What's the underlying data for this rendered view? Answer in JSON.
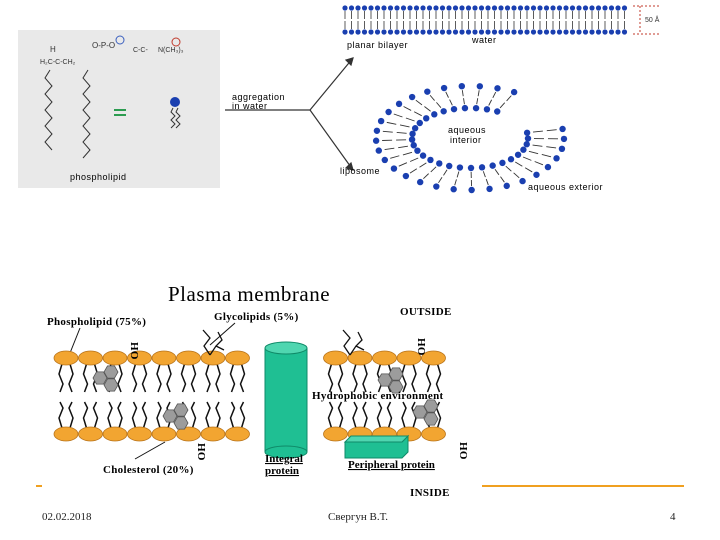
{
  "top_figure": {
    "phospholipid_label": "phospholipid",
    "formula_head": "N(CH₃)₃",
    "aggregation_label_line1": "aggregation",
    "aggregation_label_line2": "in water",
    "planar_bilayer_label": "planar bilayer",
    "water_label": "water",
    "thickness_label": "50 Å",
    "liposome_label": "liposome",
    "aqueous_interior_line1": "aqueous",
    "aqueous_interior_line2": "interior",
    "aqueous_exterior_label": "aqueous exterior"
  },
  "membrane_figure": {
    "title": "Plasma membrane",
    "outside_label": "OUTSIDE",
    "inside_label": "INSIDE",
    "phospholipid_label": "Phospholipid (75%)",
    "glycolipids_label": "Glycolipids (5%)",
    "hydrophobic_label": "Hydrophobic environment",
    "cholesterol_label": "Cholesterol (20%)",
    "integral_label_line1": "Integral",
    "integral_label_line2": "protein",
    "peripheral_label": "Peripheral protein",
    "ho_label": "HO"
  },
  "footer": {
    "date": "02.02.2018",
    "author": "Свергун В.Т.",
    "page_number": "4"
  },
  "colors": {
    "lipid_head": "#f2a531",
    "lipid_head_stroke": "#b8731a",
    "protein": "#1fbf93",
    "protein_dark": "#0f8a68",
    "cholesterol": "#9c9c9c",
    "liposome_head": "#1a3fb0",
    "accent_line": "#f0a020"
  }
}
